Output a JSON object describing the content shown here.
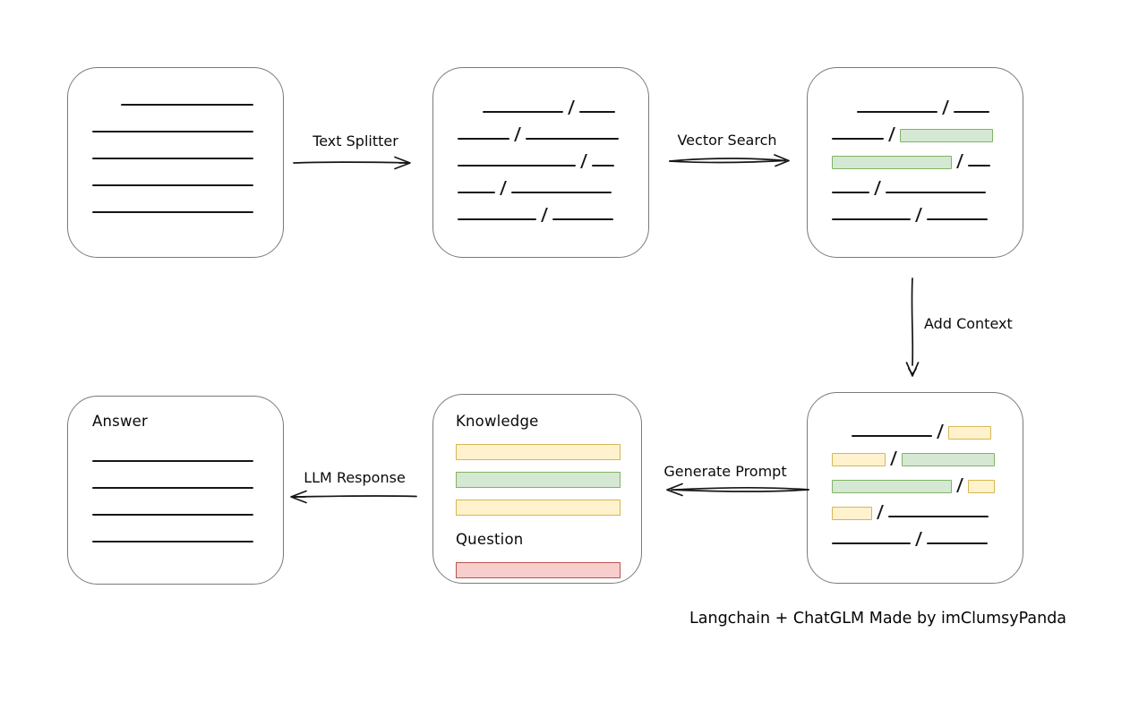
{
  "caption": "Langchain + ChatGLM Made by imClumsyPanda",
  "colors": {
    "ink": "#161616",
    "panel_border": "#7a7a7a",
    "green_fill": "#d5e8d4",
    "green_border": "#82b366",
    "yellow_fill": "#fff2cc",
    "yellow_border": "#d6b656",
    "red_fill": "#f8cecc",
    "red_border": "#b85450"
  },
  "arrows": {
    "text_splitter": {
      "label": "Text Splitter",
      "direction": "right"
    },
    "vector_search": {
      "label": "Vector Search",
      "direction": "right"
    },
    "add_context": {
      "label": "Add Context",
      "direction": "down"
    },
    "generate_prompt": {
      "label": "Generate Prompt",
      "direction": "left"
    },
    "llm_response": {
      "label": "LLM Response",
      "direction": "left"
    }
  },
  "panels": {
    "document": {
      "items": [
        {
          "kind": "row",
          "segs": [
            {
              "t": "line",
              "w": 148,
              "indent": 32
            }
          ]
        },
        {
          "kind": "row",
          "segs": [
            {
              "t": "line",
              "w": 180
            }
          ]
        },
        {
          "kind": "row",
          "segs": [
            {
              "t": "line",
              "w": 180
            }
          ]
        },
        {
          "kind": "row",
          "segs": [
            {
              "t": "line",
              "w": 180
            }
          ]
        },
        {
          "kind": "row",
          "segs": [
            {
              "t": "line",
              "w": 180
            }
          ]
        }
      ]
    },
    "chunks": {
      "items": [
        {
          "kind": "row",
          "segs": [
            {
              "t": "line",
              "w": 90,
              "indent": 28
            },
            {
              "t": "slash"
            },
            {
              "t": "line",
              "w": 40
            }
          ]
        },
        {
          "kind": "row",
          "segs": [
            {
              "t": "line",
              "w": 58
            },
            {
              "t": "slash"
            },
            {
              "t": "line",
              "w": 104
            }
          ]
        },
        {
          "kind": "row",
          "segs": [
            {
              "t": "line",
              "w": 132
            },
            {
              "t": "slash"
            },
            {
              "t": "line",
              "w": 25
            }
          ]
        },
        {
          "kind": "row",
          "segs": [
            {
              "t": "line",
              "w": 42
            },
            {
              "t": "slash"
            },
            {
              "t": "line",
              "w": 112
            }
          ]
        },
        {
          "kind": "row",
          "segs": [
            {
              "t": "line",
              "w": 88
            },
            {
              "t": "slash"
            },
            {
              "t": "line",
              "w": 68
            }
          ]
        }
      ]
    },
    "search_results": {
      "items": [
        {
          "kind": "row",
          "segs": [
            {
              "t": "line",
              "w": 90,
              "indent": 28
            },
            {
              "t": "slash"
            },
            {
              "t": "line",
              "w": 40
            }
          ]
        },
        {
          "kind": "row",
          "segs": [
            {
              "t": "line",
              "w": 58
            },
            {
              "t": "slash"
            },
            {
              "t": "box",
              "color": "green",
              "w": 104
            }
          ]
        },
        {
          "kind": "row",
          "segs": [
            {
              "t": "box",
              "color": "green",
              "w": 134
            },
            {
              "t": "slash"
            },
            {
              "t": "line",
              "w": 25
            }
          ]
        },
        {
          "kind": "row",
          "segs": [
            {
              "t": "line",
              "w": 42
            },
            {
              "t": "slash"
            },
            {
              "t": "line",
              "w": 112
            }
          ]
        },
        {
          "kind": "row",
          "segs": [
            {
              "t": "line",
              "w": 88
            },
            {
              "t": "slash"
            },
            {
              "t": "line",
              "w": 68
            }
          ]
        }
      ]
    },
    "context": {
      "items": [
        {
          "kind": "row",
          "segs": [
            {
              "t": "line",
              "w": 90,
              "indent": 22
            },
            {
              "t": "slash"
            },
            {
              "t": "box",
              "color": "yellow",
              "w": 48
            }
          ]
        },
        {
          "kind": "row",
          "segs": [
            {
              "t": "box",
              "color": "yellow",
              "w": 60
            },
            {
              "t": "slash"
            },
            {
              "t": "box",
              "color": "green",
              "w": 104
            }
          ]
        },
        {
          "kind": "row",
          "segs": [
            {
              "t": "box",
              "color": "green",
              "w": 134
            },
            {
              "t": "slash"
            },
            {
              "t": "box",
              "color": "yellow",
              "w": 30
            }
          ]
        },
        {
          "kind": "row",
          "segs": [
            {
              "t": "box",
              "color": "yellow",
              "w": 45
            },
            {
              "t": "slash"
            },
            {
              "t": "line",
              "w": 112
            }
          ]
        },
        {
          "kind": "row",
          "segs": [
            {
              "t": "line",
              "w": 88
            },
            {
              "t": "slash"
            },
            {
              "t": "line",
              "w": 68
            }
          ]
        }
      ]
    },
    "prompt": {
      "items": [
        {
          "kind": "heading",
          "text": "Knowledge"
        },
        {
          "kind": "bar",
          "color": "yellow"
        },
        {
          "kind": "bar",
          "color": "green"
        },
        {
          "kind": "bar",
          "color": "yellow"
        },
        {
          "kind": "heading",
          "text": "Question"
        },
        {
          "kind": "bar",
          "color": "red"
        }
      ]
    },
    "answer": {
      "items": [
        {
          "kind": "heading",
          "text": "Answer"
        },
        {
          "kind": "row",
          "segs": [
            {
              "t": "line",
              "w": 180
            }
          ]
        },
        {
          "kind": "row",
          "segs": [
            {
              "t": "line",
              "w": 180
            }
          ]
        },
        {
          "kind": "row",
          "segs": [
            {
              "t": "line",
              "w": 180
            }
          ]
        },
        {
          "kind": "row",
          "segs": [
            {
              "t": "line",
              "w": 180
            }
          ]
        }
      ]
    }
  }
}
